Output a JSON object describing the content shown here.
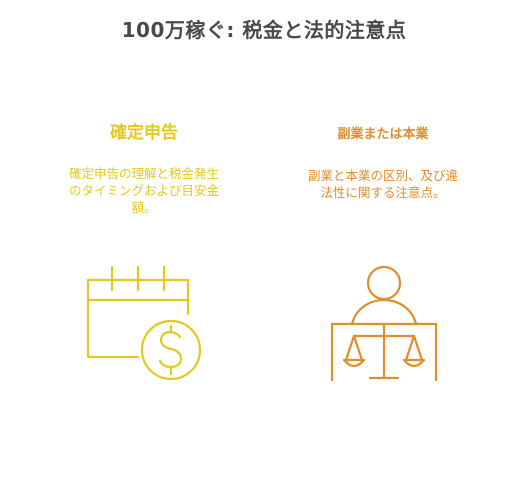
{
  "title": "100万稼ぐ: 税金と法的注意点",
  "colors": {
    "title": "#4a4a4a",
    "left_accent": "#e3c91e",
    "right_accent": "#e08d2c"
  },
  "left": {
    "heading": "確定申告",
    "description": "確定申告の理解と税金発生のタイミングおよび目安金額。",
    "icon": "calendar-dollar-icon"
  },
  "right": {
    "heading": "副業または本業",
    "description": "副業と本業の区別、及び違法性に関する注意点。",
    "icon": "person-scales-icon"
  }
}
